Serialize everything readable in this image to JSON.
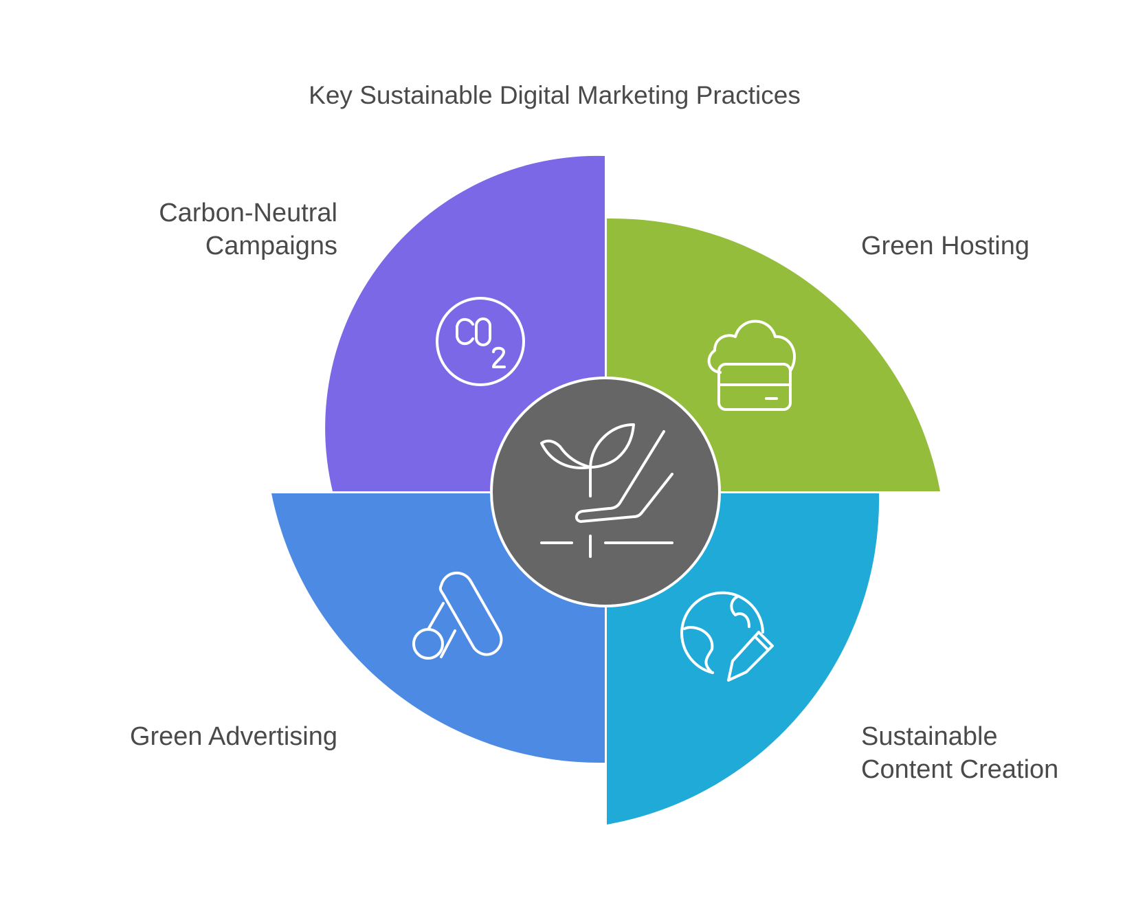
{
  "title": "Key Sustainable Digital Marketing Practices",
  "segments": [
    {
      "id": "carbon-neutral",
      "label_lines": [
        "Carbon-Neutral",
        "Campaigns"
      ],
      "color": "#7b68e6",
      "icon": "co2-icon"
    },
    {
      "id": "green-hosting",
      "label_lines": [
        "Green Hosting"
      ],
      "color": "#94bd3c",
      "icon": "cloud-server-icon"
    },
    {
      "id": "green-advertising",
      "label_lines": [
        "Green Advertising"
      ],
      "color": "#4d8ae4",
      "icon": "google-ads-icon"
    },
    {
      "id": "sustainable-content",
      "label_lines": [
        "Sustainable",
        "Content Creation"
      ],
      "color": "#20aad8",
      "icon": "globe-pencil-icon"
    }
  ],
  "center": {
    "color": "#666666",
    "icon": "plant-hand-icon"
  },
  "icon_color": "#ffffff",
  "text_color": "#4a4a4a"
}
